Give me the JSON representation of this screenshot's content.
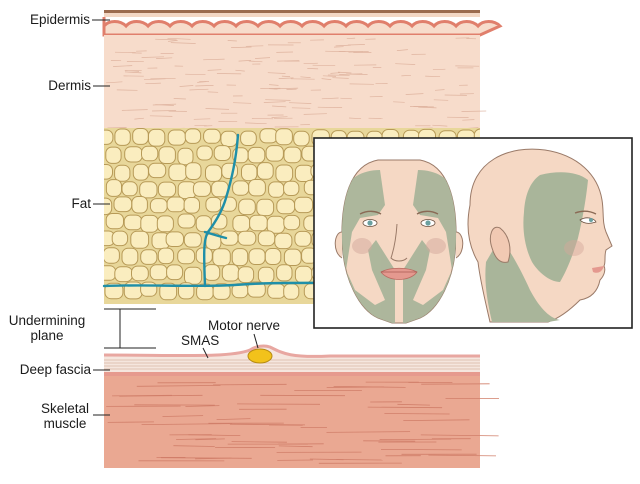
{
  "labels": {
    "epidermis": "Epidermis",
    "dermis": "Dermis",
    "fat": "Fat",
    "undermining_line1": "Undermining",
    "undermining_line2": "plane",
    "smas": "SMAS",
    "motor_nerve": "Motor nerve",
    "deep_fascia": "Deep fascia",
    "skeletal_line1": "Skeletal",
    "skeletal_line2": "muscle"
  },
  "colors": {
    "epidermis": "#e89a84",
    "dermis": "#f7dccb",
    "fat": "#f8eab8",
    "vessel": "#1f8fa8",
    "smas": "#e8a7a1",
    "motor_nerve": "#f2c21b",
    "muscle": "#e59a86",
    "face_skin": "#f5d8c4",
    "smas_zone": "#a9b59a"
  }
}
